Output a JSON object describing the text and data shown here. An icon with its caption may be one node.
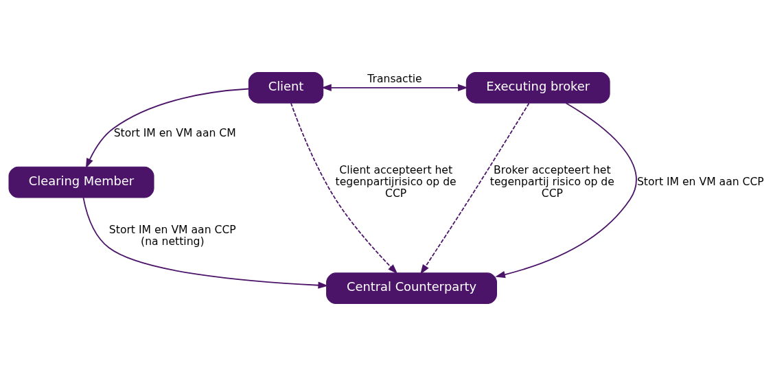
{
  "diagram": {
    "nodes": [
      {
        "text": [
          "Client"
        ]
      },
      {
        "text": [
          "Executing broker"
        ]
      },
      {
        "text": [
          "Clearing Member"
        ]
      },
      {
        "text": [
          "Central Counterparty"
        ]
      }
    ],
    "edges": [
      {
        "from": 0,
        "to": 1,
        "arrow": "both",
        "label": "Transactie"
      },
      {
        "from": 0,
        "to": 2,
        "arrow": "to",
        "label": "Stort IM en VM aan CM"
      },
      {
        "from": 0,
        "to": 3,
        "arrow": "to",
        "style": "dashed",
        "label": "Client accepteert het tegenpartijrisico op de CCP"
      },
      {
        "from": 2,
        "to": 3,
        "arrow": "to",
        "label": "Stort IM en VM aan CCP (na netting)"
      },
      {
        "from": 1,
        "to": 3,
        "arrow": "to",
        "style": "dashed",
        "label": "Broker accepteert het tegenpartij risico op de CCP"
      },
      {
        "from": 1,
        "to": 3,
        "arrow": "to",
        "label": "Stort IM en VM aan CCP"
      }
    ]
  }
}
